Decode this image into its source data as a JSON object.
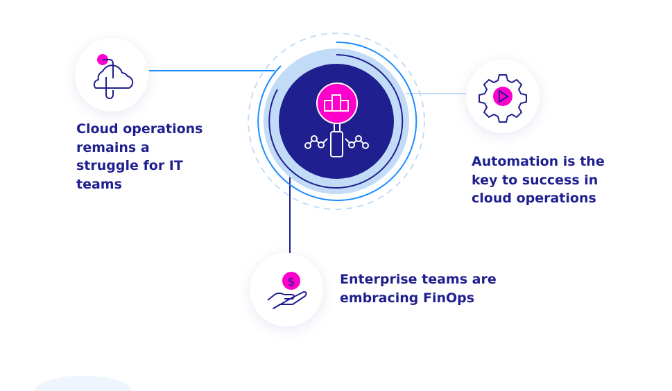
{
  "nodes": [
    {
      "label": "Cloud operations remains a struggle for IT teams",
      "icon": "cloud-icon"
    },
    {
      "label": "Automation is the key to success in cloud operations",
      "icon": "gear-play-icon"
    },
    {
      "label": "Enterprise teams are embracing FinOps",
      "icon": "hand-dollar-icon",
      "symbol": "$"
    }
  ],
  "center": {
    "icon": "magnifier-chart-icon"
  },
  "colors": {
    "navy": "#1f1f8f",
    "magenta": "#ff00cc",
    "blue": "#1a8cff",
    "lightblue": "#c2dcf8"
  }
}
